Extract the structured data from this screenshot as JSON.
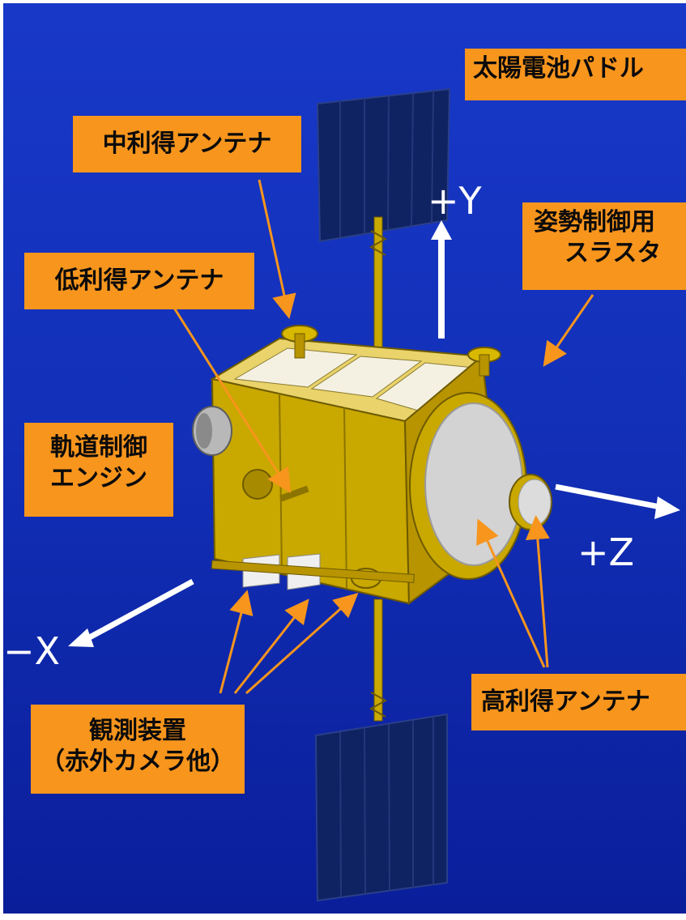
{
  "labels": {
    "solar_paddle": "太陽電池パドル",
    "medium_gain_antenna": "中利得アンテナ",
    "attitude_thruster_line1": "姿勢制御用",
    "attitude_thruster_line2": "スラスタ",
    "low_gain_antenna": "低利得アンテナ",
    "orbit_engine_line1": "軌道制御",
    "orbit_engine_line2": "エンジン",
    "high_gain_antenna": "高利得アンテナ",
    "instruments_line1": "観測装置",
    "instruments_line2": "（赤外カメラ他）"
  },
  "axes": {
    "y": "+Y",
    "z": "+Z",
    "x": "−X"
  },
  "colors": {
    "background": "#1230b8",
    "label_fill": "#f7951d",
    "leader_line": "#f7951d",
    "body_gold": "#c9a800",
    "panel_navy": "#0d1f5e"
  }
}
